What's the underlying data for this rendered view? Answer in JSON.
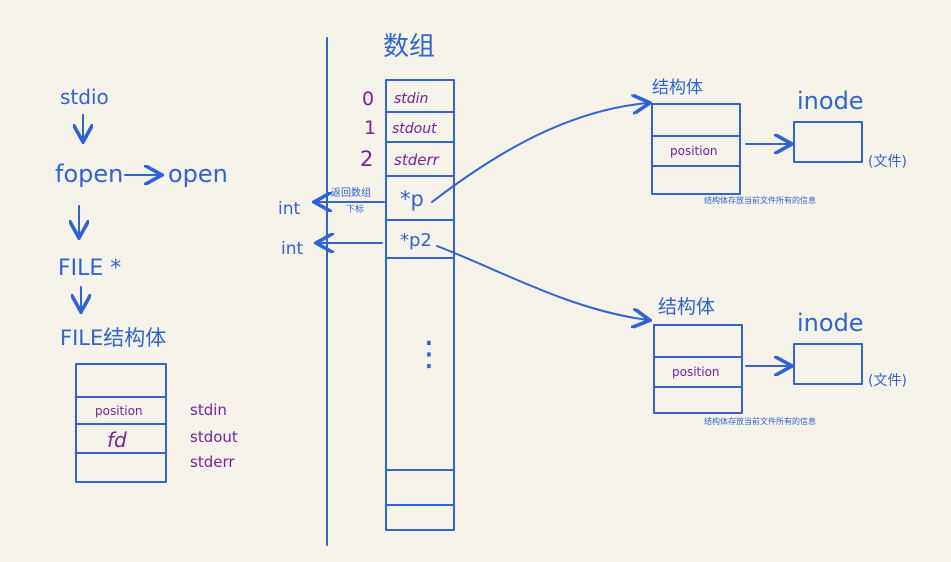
{
  "colors": {
    "ink": "#2f63d6",
    "purple": "#7a1fa3",
    "paper": "#f6f3ea"
  },
  "left": {
    "stdio": "stdio",
    "fopen": "fopen",
    "open": "open",
    "file_ptr": "FILE *",
    "file_struct": "FILE结构体",
    "box_rows": [
      "position",
      "fd"
    ],
    "std_labels": [
      "stdin",
      "stdout",
      "stderr"
    ]
  },
  "array": {
    "title": "数组",
    "indices": [
      "0",
      "1",
      "2"
    ],
    "rows": [
      "stdin",
      "stdout",
      "stderr",
      "*p",
      "*p2"
    ],
    "ellipsis": "⋮",
    "return_note": [
      "返回数组",
      "下标"
    ],
    "int_labels": [
      "int",
      "int"
    ]
  },
  "structs": [
    {
      "title": "结构体",
      "row": "position",
      "inode": "inode",
      "file": "(文件)",
      "note": "结构体存放当前文件所有的信息"
    },
    {
      "title": "结构体",
      "row": "position",
      "inode": "inode",
      "file": "(文件)",
      "note": "结构体存放当前文件所有的信息"
    }
  ]
}
